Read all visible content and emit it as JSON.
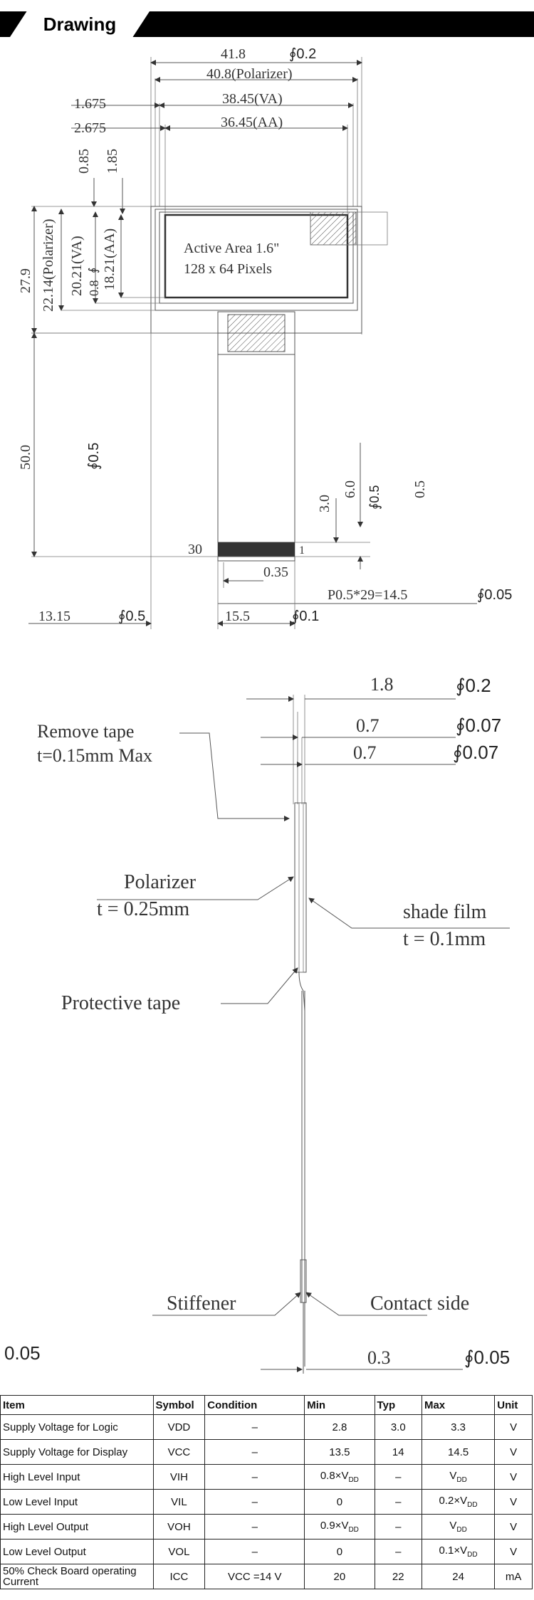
{
  "header": {
    "title": "Drawing"
  },
  "top_drawing": {
    "dims": {
      "outer_width": "41.8",
      "outer_width_tol": "∮0.2",
      "polarizer_width": "40.8(Polarizer)",
      "va_offset": "1.675",
      "va_width": "38.45(VA)",
      "aa_offset": "2.675",
      "aa_width": "36.45(AA)",
      "top_gap_va": "0.85",
      "top_gap_aa": "1.85",
      "height": "27.9",
      "polarizer_height": "22.14(Polarizer)",
      "va_height": "20.21(VA)",
      "aa_height": "18.21(AA)",
      "va_tol": "0.8",
      "active_area": "Active Area 1.6\"",
      "pixels": "128 x 64 Pixels",
      "fpc_length": "50.0",
      "fpc_length_tol": "∮0.5",
      "pin_count": "30",
      "pin_width": "0.35",
      "finger_len": "3.0",
      "stiffener_len": "6.0",
      "side_tol_a": "∮0.5",
      "side_tol_b": "0.5",
      "pitch": "P0.5*29=14.5",
      "pitch_tol": "∮0.05",
      "fpc_offset": "13.15",
      "fpc_offset_tol": "∮0.5",
      "fpc_width": "15.5",
      "fpc_width_tol": "∮0.1",
      "pin1_mark": "1"
    }
  },
  "side_drawing": {
    "dims": {
      "total_thickness": "1.8",
      "total_tol": "∮0.2",
      "glass_a": "0.7",
      "glass_a_tol": "∮0.07",
      "glass_b": "0.7",
      "glass_b_tol": "∮0.07",
      "fpc_thick": "0.3",
      "fpc_tol": "∮0.05",
      "left_note": "0.05"
    },
    "labels": {
      "remove_tape": "Remove tape",
      "remove_tape_t": "t=0.15mm Max",
      "polarizer": "Polarizer",
      "polarizer_t": "t = 0.25mm",
      "shade_film": "shade film",
      "shade_film_t": "t = 0.1mm",
      "protective_tape": "Protective tape",
      "stiffener": "Stiffener",
      "contact_side": "Contact side"
    }
  },
  "spec_table": {
    "headers": [
      "Item",
      "Symbol",
      "Condition",
      "Min",
      "Typ",
      "Max",
      "Unit"
    ],
    "rows": [
      {
        "item": "Supply Voltage for Logic",
        "symbol": "VDD",
        "condition": "–",
        "min": "2.8",
        "typ": "3.0",
        "max": "3.3",
        "unit": "V"
      },
      {
        "item": "Supply Voltage for Display",
        "symbol": "VCC",
        "condition": "–",
        "min": "13.5",
        "typ": "14",
        "max": "14.5",
        "unit": "V"
      },
      {
        "item": "High Level Input",
        "symbol": "VIH",
        "condition": "–",
        "min": "0.8×V",
        "min_sub": "DD",
        "typ": "–",
        "max": "V",
        "max_sub": "DD",
        "unit": "V"
      },
      {
        "item": "Low Level Input",
        "symbol": "VIL",
        "condition": "–",
        "min": "0",
        "typ": "–",
        "max": "0.2×V",
        "max_sub": "DD",
        "unit": "V"
      },
      {
        "item": "High Level Output",
        "symbol": "VOH",
        "condition": "–",
        "min": "0.9×V",
        "min_sub": "DD",
        "typ": "–",
        "max": "V",
        "max_sub": "DD",
        "unit": "V"
      },
      {
        "item": "Low Level Output",
        "symbol": "VOL",
        "condition": "–",
        "min": "0",
        "typ": "–",
        "max": "0.1×V",
        "max_sub": "DD",
        "unit": "V"
      },
      {
        "item": "50% Check Board operating Current",
        "symbol": "ICC",
        "condition": "VCC =14 V",
        "min": "20",
        "typ": "22",
        "max": "24",
        "unit": "mA"
      }
    ]
  }
}
